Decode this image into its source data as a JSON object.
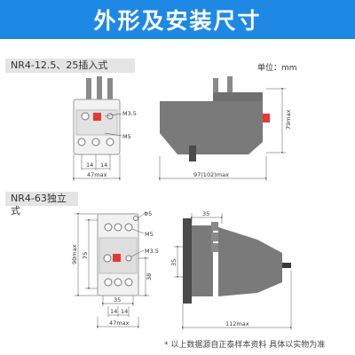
{
  "header": {
    "title": "外形及安装尺寸"
  },
  "unit_label": "单位：mm",
  "sections": [
    {
      "title": "NR4-12.5、25插入式",
      "front_view": {
        "labels": [
          "M3.5",
          "M5"
        ],
        "dims": [
          "14",
          "14",
          "47max"
        ]
      },
      "side_view": {
        "dims": [
          "97(102)max",
          "79max"
        ]
      }
    },
    {
      "title": "NR4-63独立式",
      "front_view": {
        "labels": [
          "Φ5",
          "M5",
          "M3.5"
        ],
        "dims": [
          "90max",
          "75",
          "38",
          "35",
          "14",
          "14",
          "47max"
        ]
      },
      "side_view": {
        "dims": [
          "35",
          "35",
          "112max"
        ]
      }
    }
  ],
  "footnote": "* 以上数据源自正泰样本资料 具体以实物为准",
  "colors": {
    "banner": "#1e88e5",
    "body_gray": "#7a7a7a",
    "dark_gray": "#4a4a4a",
    "red_button": "#e53935",
    "dim_line": "#555555"
  }
}
